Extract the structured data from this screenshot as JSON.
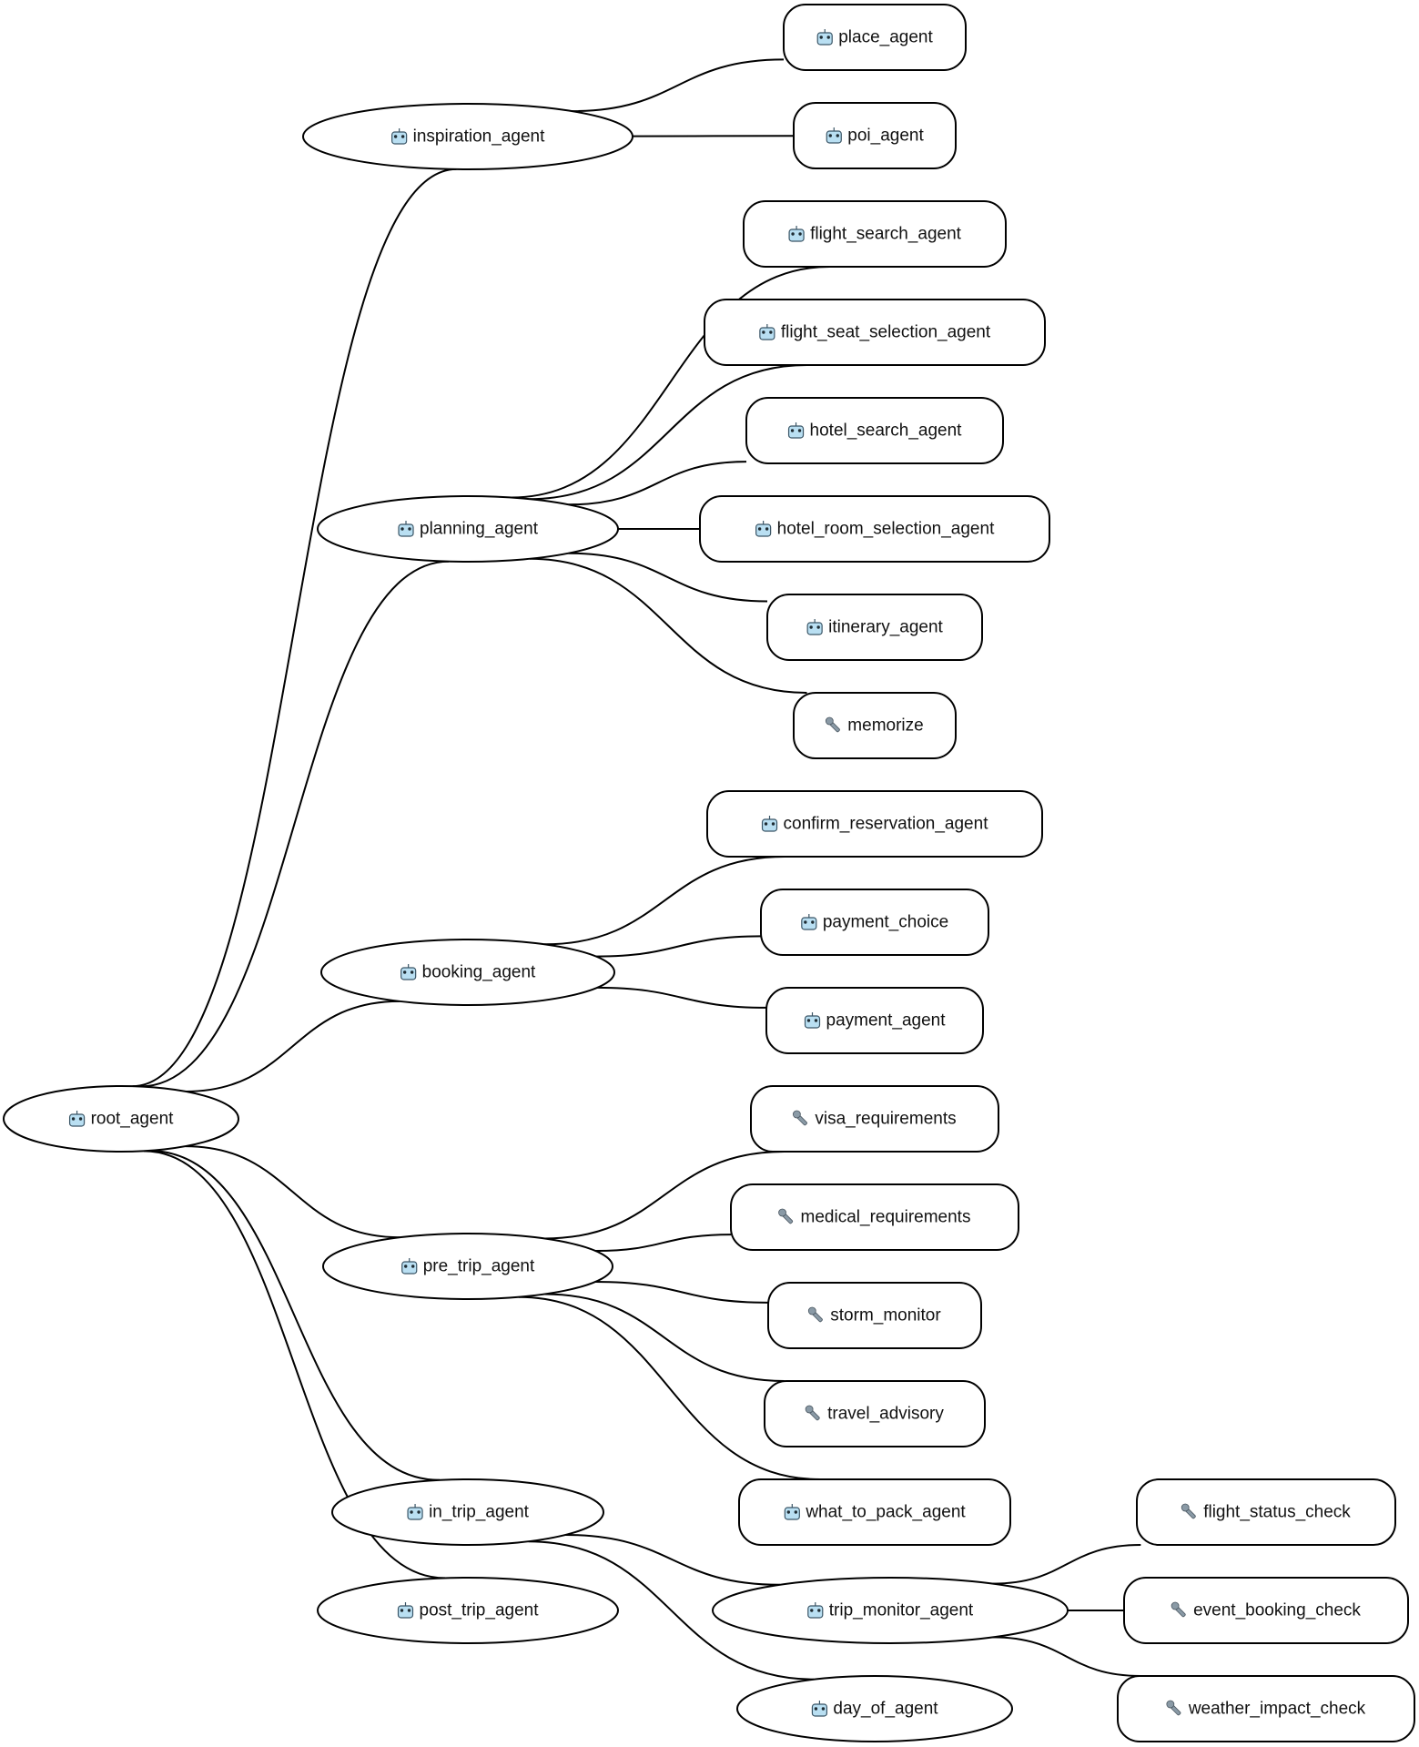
{
  "diagram": {
    "type": "agent-tree",
    "nodes": [
      {
        "id": "root_agent",
        "label": "root_agent",
        "kind": "agent",
        "icon": "robot-icon"
      },
      {
        "id": "inspiration_agent",
        "label": "inspiration_agent",
        "kind": "agent",
        "icon": "robot-icon"
      },
      {
        "id": "planning_agent",
        "label": "planning_agent",
        "kind": "agent",
        "icon": "robot-icon"
      },
      {
        "id": "booking_agent",
        "label": "booking_agent",
        "kind": "agent",
        "icon": "robot-icon"
      },
      {
        "id": "pre_trip_agent",
        "label": "pre_trip_agent",
        "kind": "agent",
        "icon": "robot-icon"
      },
      {
        "id": "in_trip_agent",
        "label": "in_trip_agent",
        "kind": "agent",
        "icon": "robot-icon"
      },
      {
        "id": "post_trip_agent",
        "label": "post_trip_agent",
        "kind": "agent",
        "icon": "robot-icon"
      },
      {
        "id": "place_agent",
        "label": "place_agent",
        "kind": "agent",
        "icon": "robot-icon"
      },
      {
        "id": "poi_agent",
        "label": "poi_agent",
        "kind": "agent",
        "icon": "robot-icon"
      },
      {
        "id": "flight_search_agent",
        "label": "flight_search_agent",
        "kind": "agent",
        "icon": "robot-icon"
      },
      {
        "id": "flight_seat_selection_agent",
        "label": "flight_seat_selection_agent",
        "kind": "agent",
        "icon": "robot-icon"
      },
      {
        "id": "hotel_search_agent",
        "label": "hotel_search_agent",
        "kind": "agent",
        "icon": "robot-icon"
      },
      {
        "id": "hotel_room_selection_agent",
        "label": "hotel_room_selection_agent",
        "kind": "agent",
        "icon": "robot-icon"
      },
      {
        "id": "itinerary_agent",
        "label": "itinerary_agent",
        "kind": "agent",
        "icon": "robot-icon"
      },
      {
        "id": "memorize",
        "label": "memorize",
        "kind": "tool",
        "icon": "wrench-icon"
      },
      {
        "id": "confirm_reservation_agent",
        "label": "confirm_reservation_agent",
        "kind": "agent",
        "icon": "robot-icon"
      },
      {
        "id": "payment_choice",
        "label": "payment_choice",
        "kind": "agent",
        "icon": "robot-icon"
      },
      {
        "id": "payment_agent",
        "label": "payment_agent",
        "kind": "agent",
        "icon": "robot-icon"
      },
      {
        "id": "visa_requirements",
        "label": "visa_requirements",
        "kind": "tool",
        "icon": "wrench-icon"
      },
      {
        "id": "medical_requirements",
        "label": "medical_requirements",
        "kind": "tool",
        "icon": "wrench-icon"
      },
      {
        "id": "storm_monitor",
        "label": "storm_monitor",
        "kind": "tool",
        "icon": "wrench-icon"
      },
      {
        "id": "travel_advisory",
        "label": "travel_advisory",
        "kind": "tool",
        "icon": "wrench-icon"
      },
      {
        "id": "what_to_pack_agent",
        "label": "what_to_pack_agent",
        "kind": "agent",
        "icon": "robot-icon"
      },
      {
        "id": "trip_monitor_agent",
        "label": "trip_monitor_agent",
        "kind": "agent",
        "icon": "robot-icon"
      },
      {
        "id": "day_of_agent",
        "label": "day_of_agent",
        "kind": "agent",
        "icon": "robot-icon"
      },
      {
        "id": "flight_status_check",
        "label": "flight_status_check",
        "kind": "tool",
        "icon": "wrench-icon"
      },
      {
        "id": "event_booking_check",
        "label": "event_booking_check",
        "kind": "tool",
        "icon": "wrench-icon"
      },
      {
        "id": "weather_impact_check",
        "label": "weather_impact_check",
        "kind": "tool",
        "icon": "wrench-icon"
      }
    ],
    "edges": [
      {
        "from": "root_agent",
        "to": "inspiration_agent"
      },
      {
        "from": "root_agent",
        "to": "planning_agent"
      },
      {
        "from": "root_agent",
        "to": "booking_agent"
      },
      {
        "from": "root_agent",
        "to": "pre_trip_agent"
      },
      {
        "from": "root_agent",
        "to": "in_trip_agent"
      },
      {
        "from": "root_agent",
        "to": "post_trip_agent"
      },
      {
        "from": "inspiration_agent",
        "to": "place_agent"
      },
      {
        "from": "inspiration_agent",
        "to": "poi_agent"
      },
      {
        "from": "planning_agent",
        "to": "flight_search_agent"
      },
      {
        "from": "planning_agent",
        "to": "flight_seat_selection_agent"
      },
      {
        "from": "planning_agent",
        "to": "hotel_search_agent"
      },
      {
        "from": "planning_agent",
        "to": "hotel_room_selection_agent"
      },
      {
        "from": "planning_agent",
        "to": "itinerary_agent"
      },
      {
        "from": "planning_agent",
        "to": "memorize"
      },
      {
        "from": "booking_agent",
        "to": "confirm_reservation_agent"
      },
      {
        "from": "booking_agent",
        "to": "payment_choice"
      },
      {
        "from": "booking_agent",
        "to": "payment_agent"
      },
      {
        "from": "pre_trip_agent",
        "to": "visa_requirements"
      },
      {
        "from": "pre_trip_agent",
        "to": "medical_requirements"
      },
      {
        "from": "pre_trip_agent",
        "to": "storm_monitor"
      },
      {
        "from": "pre_trip_agent",
        "to": "travel_advisory"
      },
      {
        "from": "pre_trip_agent",
        "to": "what_to_pack_agent"
      },
      {
        "from": "in_trip_agent",
        "to": "trip_monitor_agent"
      },
      {
        "from": "in_trip_agent",
        "to": "day_of_agent"
      },
      {
        "from": "trip_monitor_agent",
        "to": "flight_status_check"
      },
      {
        "from": "trip_monitor_agent",
        "to": "event_booking_check"
      },
      {
        "from": "trip_monitor_agent",
        "to": "weather_impact_check"
      }
    ]
  }
}
